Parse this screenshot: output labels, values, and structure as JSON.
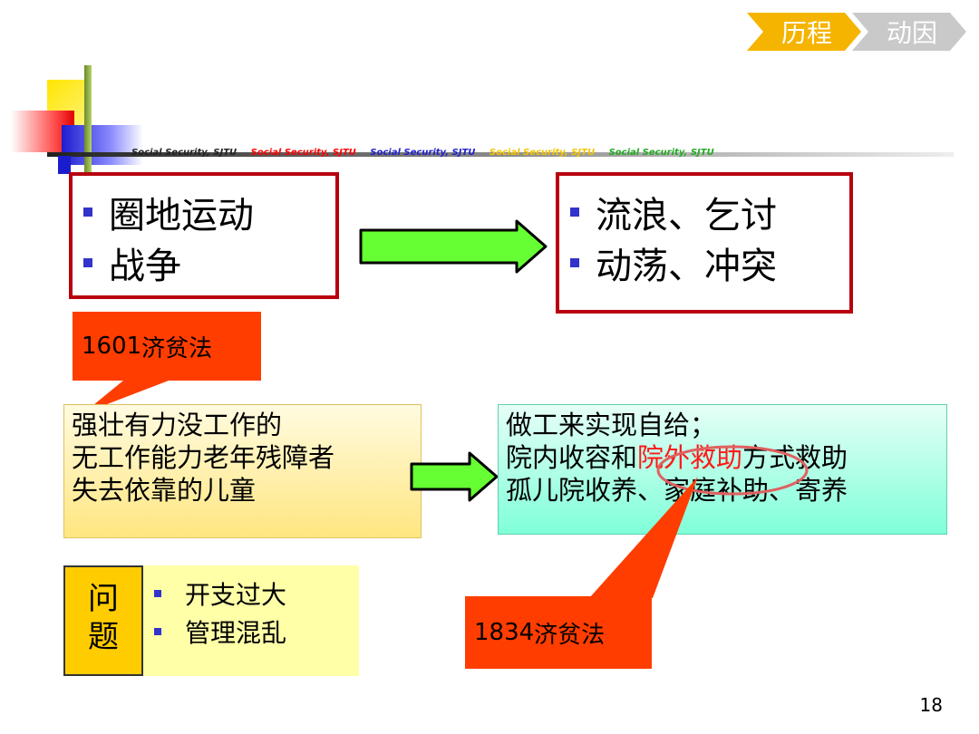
{
  "nav": {
    "active": "历程",
    "inactive": "动因"
  },
  "banner_repeat": [
    {
      "text": "Social Security,  SJTU",
      "color": "#222222"
    },
    {
      "text": "Social Security,  SJTU",
      "color": "#ff0000"
    },
    {
      "text": "Social Security,  SJTU",
      "color": "#2222cc"
    },
    {
      "text": "Social Security,  SJTU",
      "color": "#f5c400"
    },
    {
      "text": "Social Security,  SJTU",
      "color": "#22aa22"
    }
  ],
  "cause_box": {
    "items": [
      "圈地运动",
      "战争"
    ]
  },
  "effect_box": {
    "items": [
      "流浪、乞讨",
      "动荡、冲突"
    ]
  },
  "callout_1601": {
    "num": "1601",
    "text": "济贫法"
  },
  "recipients": {
    "lines": [
      "强壮有力没工作的",
      "无工作能力老年残障者",
      "失去依靠的儿童"
    ]
  },
  "measures": {
    "line1": "做工来实现自给；",
    "line2_pre": "院内收容和",
    "line2_highlight": "院外救助",
    "line2_post": "方式救助",
    "line3": "孤儿院收养、家庭补助、寄养"
  },
  "problems": {
    "label": "问题",
    "label_1": "问",
    "label_2": "题",
    "items": [
      "开支过大",
      "管理混乱"
    ]
  },
  "callout_1834": {
    "num": "1834",
    "text": "济贫法"
  },
  "page_number": "18",
  "colors": {
    "nav_active": "#f5b400",
    "nav_inactive": "#c9c9c9",
    "border_red": "#b8000f",
    "callout": "#ff3d00",
    "arrow": "#66ff33",
    "bullet": "#3333cc",
    "highlight": "#ff1a1a"
  }
}
